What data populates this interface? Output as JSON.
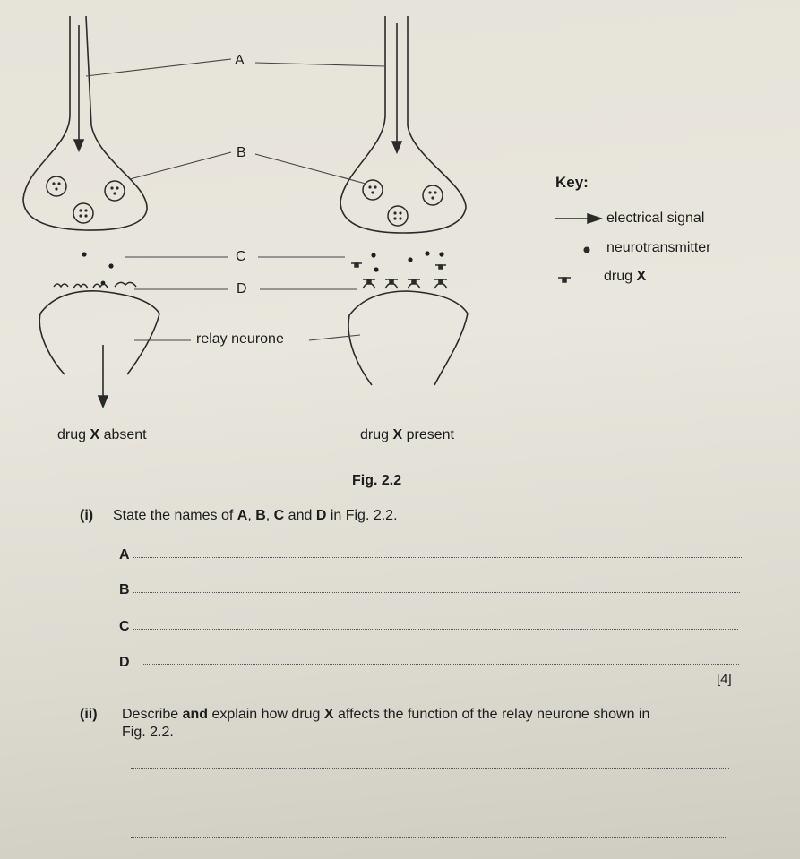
{
  "diagram": {
    "labels": {
      "A": "A",
      "B": "B",
      "C": "C",
      "D": "D",
      "relay": "relay neurone",
      "absent_prefix": "drug ",
      "absent_x": "X",
      "absent_suffix": " absent",
      "present_prefix": "drug ",
      "present_x": "X",
      "present_suffix": " present"
    },
    "figure_caption": "Fig. 2.2"
  },
  "key": {
    "title": "Key:",
    "items": [
      {
        "icon": "arrow-icon",
        "label": "electrical signal"
      },
      {
        "icon": "dot-icon",
        "label": "neurotransmitter"
      },
      {
        "icon": "drug-icon",
        "label_prefix": "drug ",
        "label_x": "X"
      }
    ]
  },
  "question_i": {
    "number": "(i)",
    "text_prefix": "State the names of ",
    "a": "A",
    "sep1": ", ",
    "b": "B",
    "sep2": ", ",
    "c": "C",
    "and": " and ",
    "d": "D",
    "text_suffix": " in Fig. 2.2.",
    "answers": [
      {
        "letter": "A"
      },
      {
        "letter": "B"
      },
      {
        "letter": "C"
      },
      {
        "letter": "D"
      }
    ],
    "marks": "[4]"
  },
  "question_ii": {
    "number": "(ii)",
    "line1_a": "Describe ",
    "and": "and",
    "line1_b": " explain how drug ",
    "x": "X",
    "line1_c": " affects the function of the relay neurone shown in",
    "line2": "Fig. 2.2."
  }
}
